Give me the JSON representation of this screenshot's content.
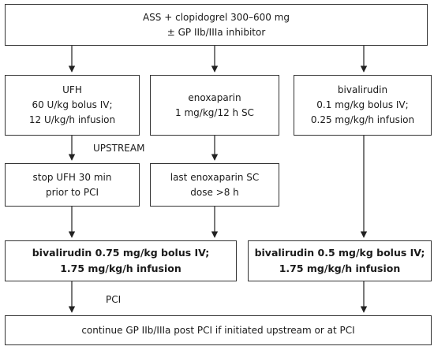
{
  "boxes": {
    "top": [
      "ASS + clopidogrel 300–600 mg",
      "± GP IIb/IIIa inhibitor"
    ],
    "ufh": [
      "UFH",
      "60 U/kg bolus IV;",
      "12 U/kg/h infusion"
    ],
    "enox": [
      "enoxaparin",
      "1 mg/kg/12 h SC"
    ],
    "biv": [
      "bivalirudin",
      "0.1 mg/kg bolus IV;",
      "0.25 mg/kg/h infusion"
    ],
    "stop_ufh": [
      "stop UFH 30 min",
      "prior to PCI"
    ],
    "last_enox": [
      "last enoxaparin SC",
      "dose >8 h"
    ],
    "biv_left": [
      "bivalirudin 0.75 mg/kg bolus IV;",
      "1.75 mg/kg/h infusion"
    ],
    "biv_right": [
      "bivalirudin 0.5 mg/kg bolus IV;",
      "1.75 mg/kg/h infusion"
    ],
    "bottom": [
      "continue GP IIb/IIIa post PCI if initiated upstream or at PCI"
    ]
  },
  "labels": {
    "upstream": "UPSTREAM",
    "pci": "PCI"
  }
}
